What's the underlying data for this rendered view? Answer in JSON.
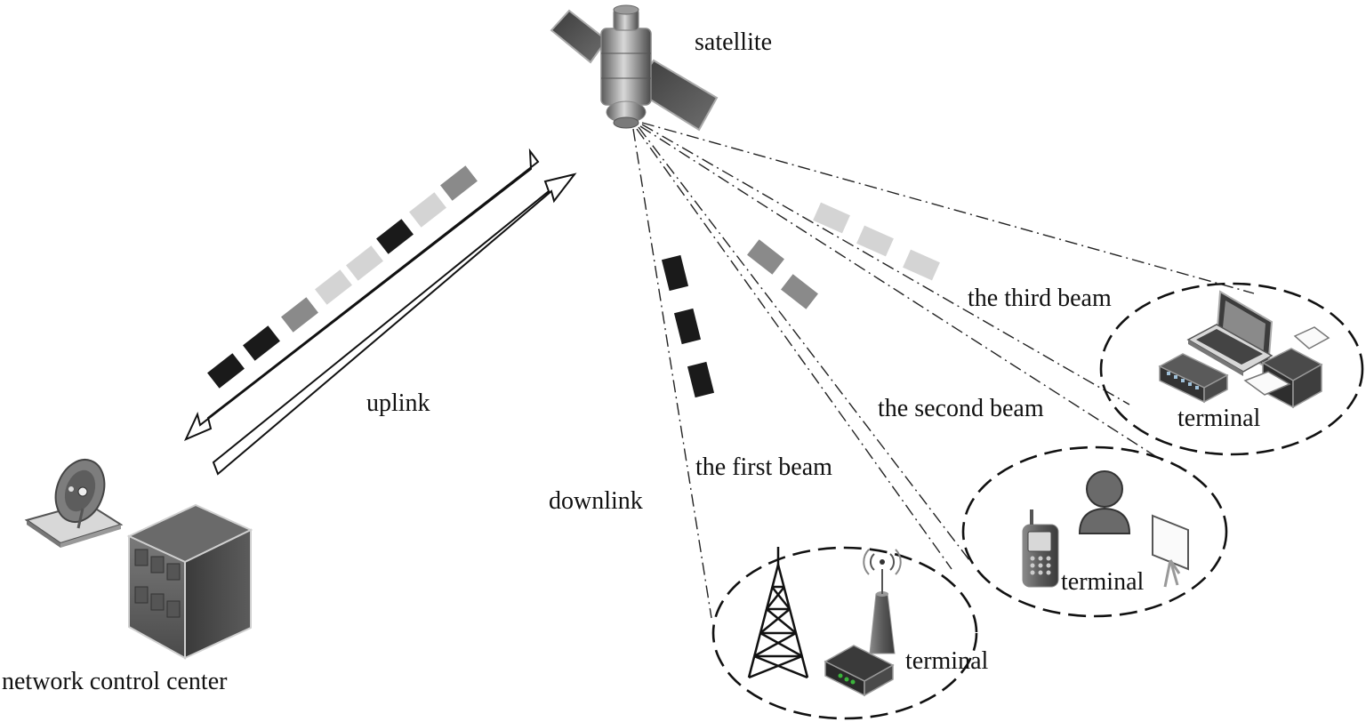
{
  "labels": {
    "satellite": "satellite",
    "uplink": "uplink",
    "downlink": "downlink",
    "network_control_center": "network control center",
    "first_beam": "the first beam",
    "second_beam": "the second beam",
    "third_beam": "the third beam",
    "terminal_1": "terminal",
    "terminal_2": "terminal",
    "terminal_3": "terminal"
  },
  "colors": {
    "packet_black": "#1a1a1a",
    "packet_dark_gray": "#8a8a8a",
    "packet_light_gray": "#d4d4d4",
    "device_gray": "#6b6b6b"
  },
  "icons": [
    "satellite-icon",
    "dish-antenna-icon",
    "building-icon",
    "lattice-tower-icon",
    "wireless-antenna-icon",
    "router-icon",
    "mobile-phone-icon",
    "person-icon",
    "projector-screen-icon",
    "laptop-icon",
    "network-switch-icon",
    "printer-icon"
  ]
}
